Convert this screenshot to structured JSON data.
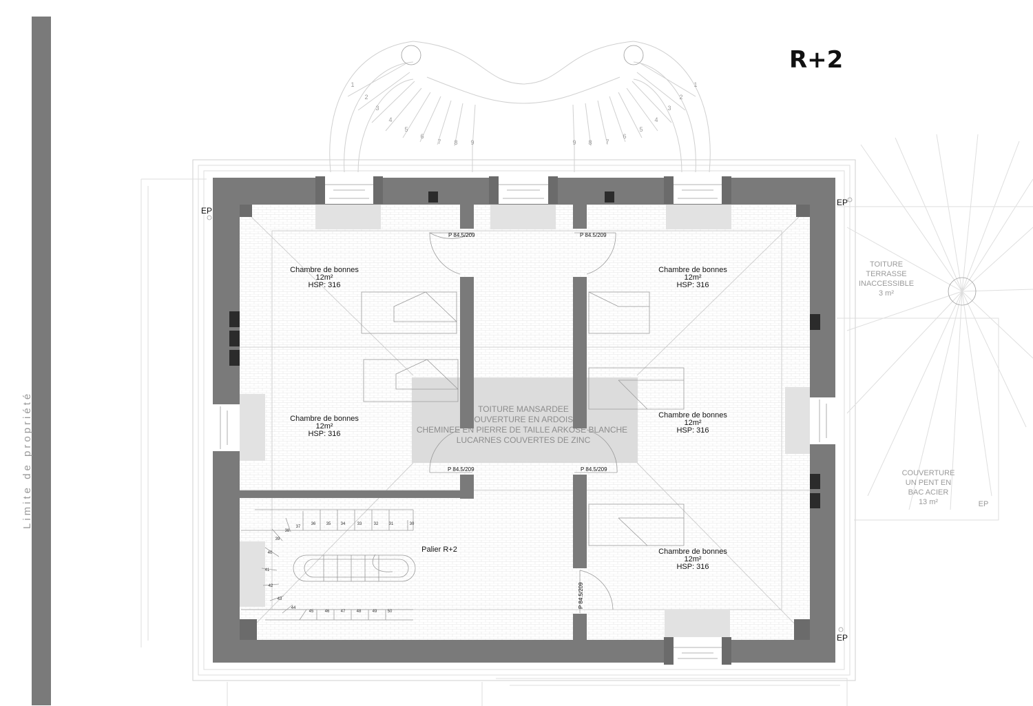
{
  "title": "R+2",
  "property_limit": "Limite de propriété",
  "rooms": [
    {
      "name": "Chambre de bonnes",
      "area": "12m²",
      "hsp": "HSP: 316"
    },
    {
      "name": "Chambre de bonnes",
      "area": "12m²",
      "hsp": "HSP: 316"
    },
    {
      "name": "Chambre de bonnes",
      "area": "12m²",
      "hsp": "HSP: 316"
    },
    {
      "name": "Chambre de bonnes",
      "area": "12m²",
      "hsp": "HSP: 316"
    },
    {
      "name": "Chambre de bonnes",
      "area": "12m²",
      "hsp": "HSP: 316"
    }
  ],
  "landing": "Palier R+2",
  "roof_note": [
    "TOITURE MANSARDEE",
    "COUVERTURE EN ARDOISE",
    "CHEMINEE EN PIERRE DE TAILLE ARKOSE BLANCHE",
    "LUCARNES COUVERTES DE ZINC"
  ],
  "terrace": [
    "TOITURE",
    "TERRASSE",
    "INACCESSIBLE",
    "3 m²"
  ],
  "steel_roof": [
    "COUVERTURE",
    "UN PENT EN",
    "BAC ACIER",
    "13 m²"
  ],
  "door_label": "P 84.5/209",
  "ep_label": "EP",
  "stair_numbers_left": [
    "1",
    "2",
    "3",
    "4",
    "5",
    "6",
    "7",
    "8",
    "9"
  ],
  "stair_numbers_right": [
    "1",
    "2",
    "3",
    "4",
    "5",
    "6",
    "7",
    "8",
    "9"
  ],
  "stair_steps": [
    "30",
    "31",
    "32",
    "33",
    "34",
    "35",
    "36",
    "37",
    "38",
    "39",
    "40",
    "41",
    "42",
    "43",
    "44",
    "45",
    "46",
    "47",
    "48",
    "49",
    "50"
  ]
}
